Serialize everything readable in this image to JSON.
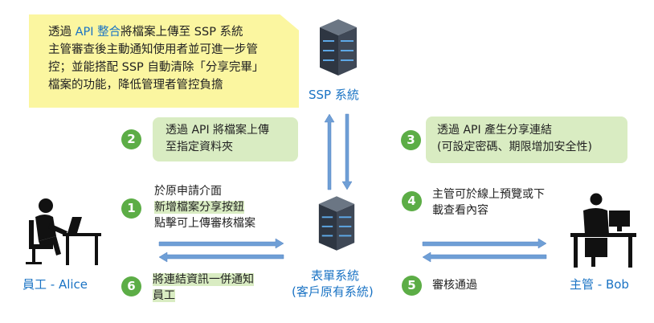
{
  "note": {
    "line1_pre": "透過 ",
    "line1_hl": "API 整合",
    "line1_post": "將檔案上傳至 SSP 系統",
    "line2": "主管審查後主動通知使用者並可進一步管",
    "line3": "控；並能搭配 SSP 自動清除「分享完畢」",
    "line4": "檔案的功能，降低管理者管控負擔"
  },
  "ssp_label": "SSP 系統",
  "form_label_1": "表單系統",
  "form_label_2": "(客戶原有系統)",
  "alice_label": "員工 - Alice",
  "bob_label": "主管 - Bob",
  "steps": {
    "s1": {
      "num": "1",
      "line1": "於原申請介面",
      "line2": "新增檔案分享按鈕",
      "line3": "點擊可上傳審核檔案"
    },
    "s2": {
      "num": "2",
      "line1": "透過 API 將檔案上傳",
      "line2": "至指定資料夾"
    },
    "s3": {
      "num": "3",
      "line1": "透過 API 產生分享連結",
      "line2": "(可設定密碼、期限增加安全性)"
    },
    "s4": {
      "num": "4",
      "line1": "主管可於線上預覽或下",
      "line2": "載查看內容"
    },
    "s5": {
      "num": "5",
      "line1": "審核通過"
    },
    "s6": {
      "num": "6",
      "line1": "將連結資訊一併通知",
      "line2": "員工"
    }
  },
  "colors": {
    "accent_blue": "#1a73c4",
    "arrow_blue": "#6f9fd6",
    "step_green": "#5cad46",
    "bubble_green": "#d9ecc2",
    "note_yellow": "#fbf6a0"
  },
  "icons": [
    "server-icon",
    "person-at-desk-icon"
  ]
}
